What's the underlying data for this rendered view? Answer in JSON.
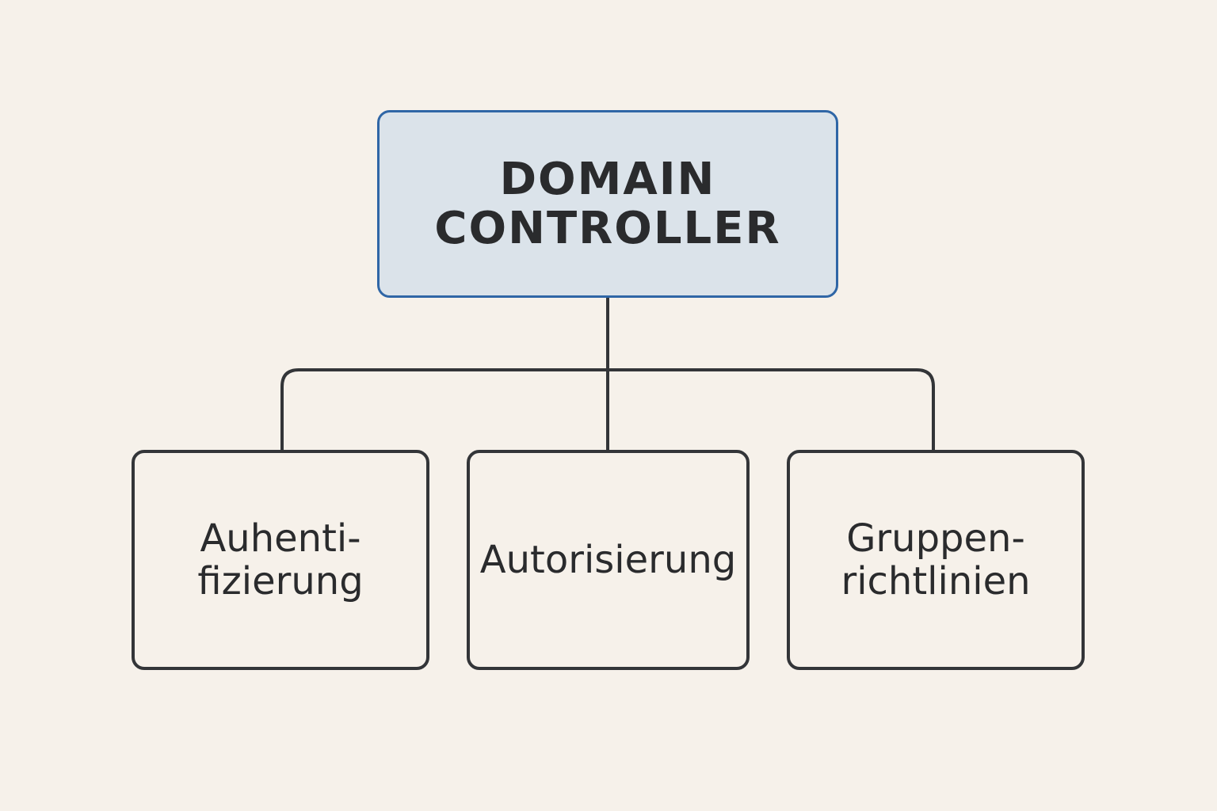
{
  "colors": {
    "background": "#f6f1ea",
    "root_fill": "#dbe3ea",
    "root_border": "#2f66a6",
    "child_fill": "#f6f1ea",
    "child_border": "#333538",
    "connector": "#333538",
    "text": "#2a2b2d"
  },
  "root": {
    "lines": [
      "DOMAIN",
      "CONTROLLER"
    ]
  },
  "children": [
    {
      "lines": [
        "Auhenti-",
        "fizierung"
      ]
    },
    {
      "lines": [
        "Autorisierung"
      ]
    },
    {
      "lines": [
        "Gruppen-",
        "richtlinien"
      ]
    }
  ]
}
